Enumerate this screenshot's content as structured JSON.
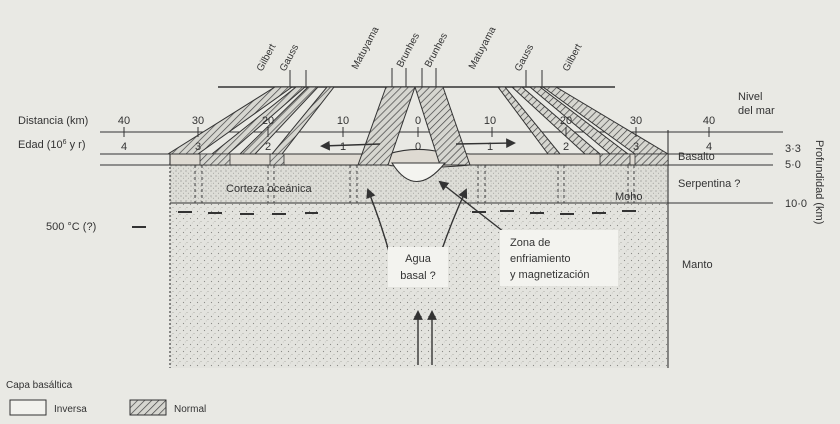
{
  "chrons": {
    "gilbert": "Gilbert",
    "gauss": "Gauss",
    "matuyama": "Matuyama",
    "brunhes": "Brunhes"
  },
  "axes": {
    "distance_label": "Distancia (km)",
    "age_label_prefix": "Edad (10",
    "age_label_exp": "6",
    "age_label_suffix": " y r)",
    "distance_ticks": [
      "40",
      "30",
      "20",
      "10",
      "0",
      "10",
      "20",
      "30",
      "40"
    ],
    "age_ticks": [
      "4",
      "3",
      "2",
      "1",
      "0",
      "1",
      "2",
      "3",
      "4"
    ],
    "depth_title": "Profundidad (km)",
    "depth_ticks": [
      "3·3",
      "5·0",
      "10·0"
    ]
  },
  "labels": {
    "sea_level_line1": "Nivel",
    "sea_level_line2": "del mar",
    "basalt": "Basalto",
    "oceanic_crust": "Corteza oceánica",
    "serpentine": "Serpentina ?",
    "moho": "Moho",
    "isotherm": "500 °C (?)",
    "mantle": "Manto",
    "basal_water_line1": "Agua",
    "basal_water_line2": "basal ?",
    "cooling_zone_line1": "Zona de",
    "cooling_zone_line2": "enfriamiento",
    "cooling_zone_line3": "y magnetización"
  },
  "legend": {
    "title": "Capa basáltica",
    "inverse": "Inversa",
    "normal": "Normal"
  },
  "colors": {
    "background": "#e9e9e4",
    "ink": "#333333",
    "stipple": "#8a8a86"
  }
}
